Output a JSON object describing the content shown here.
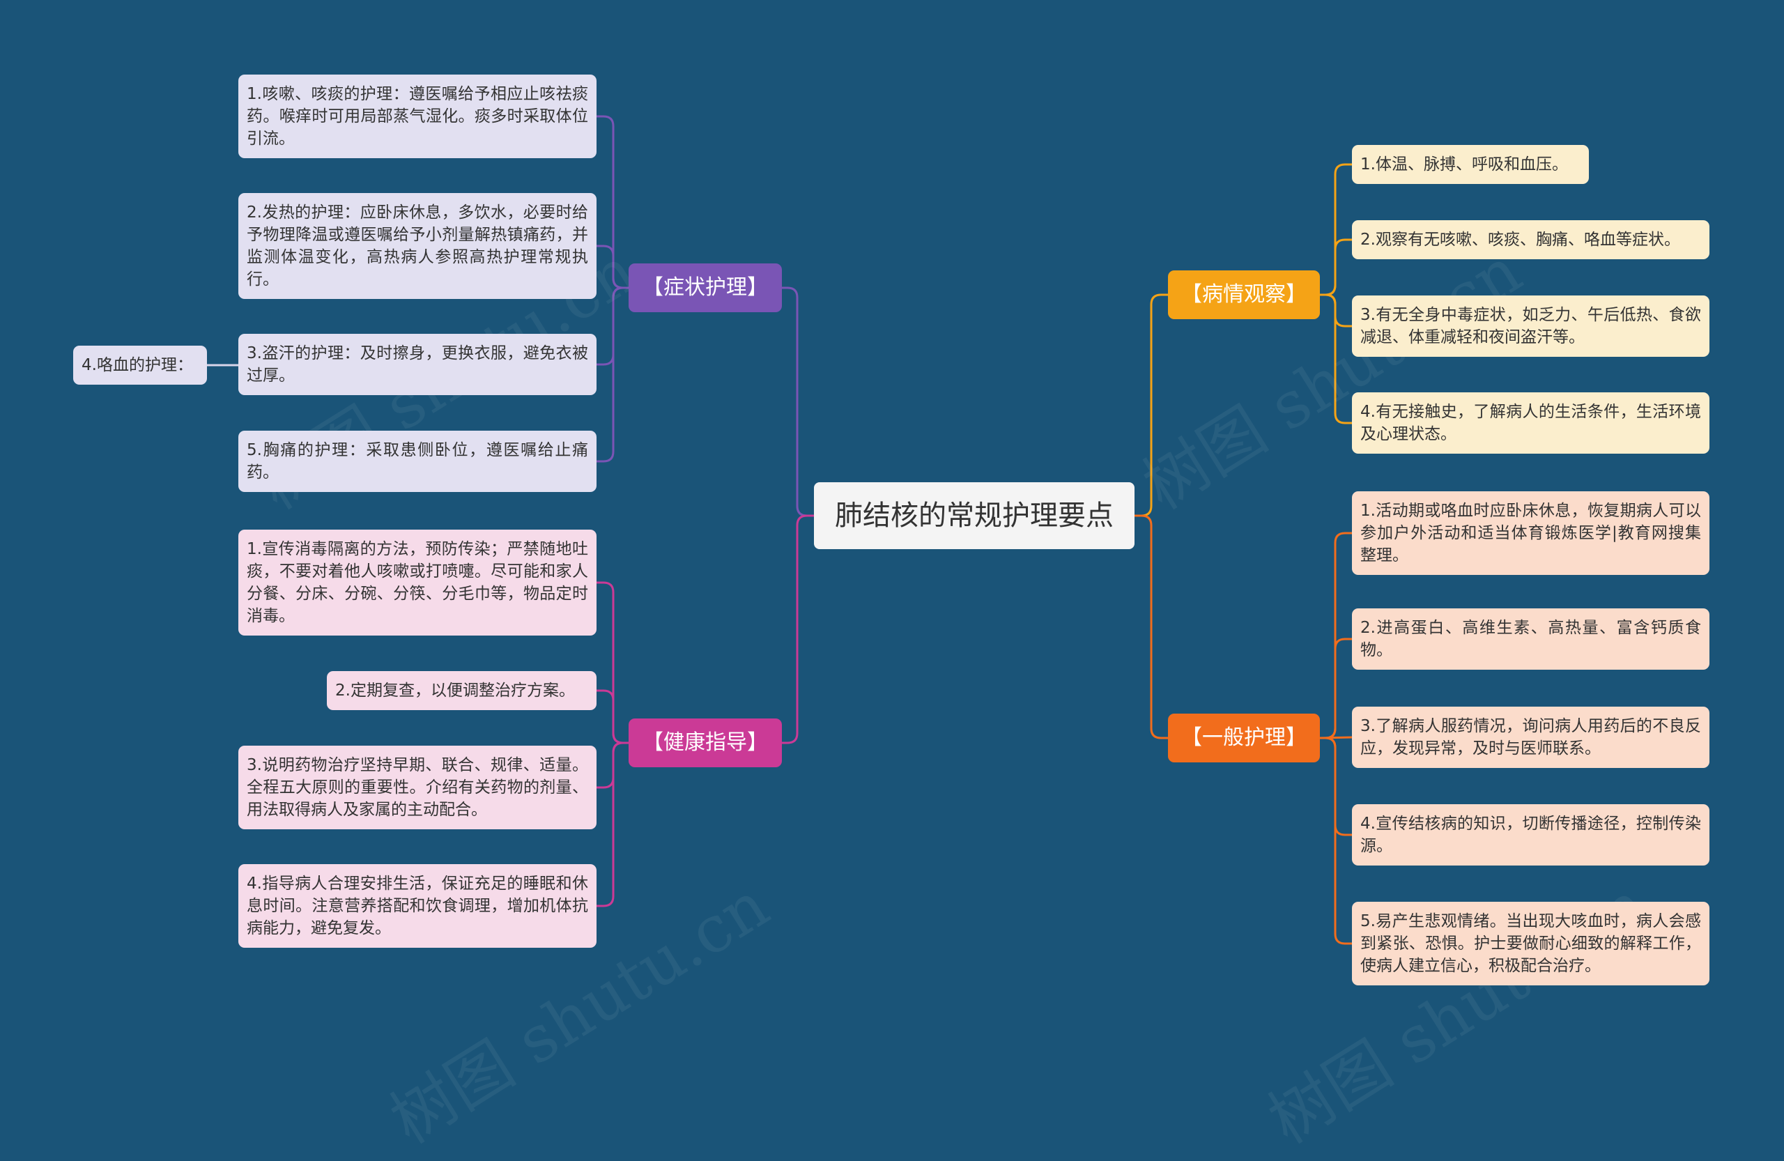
{
  "title": "肺结核的常规护理要点",
  "branches": {
    "symptom": {
      "label": "【症状护理】",
      "items": [
        "1.咳嗽、咳痰的护理：遵医嘱给予相应止咳祛痰药。喉痒时可用局部蒸气湿化。痰多时采取体位引流。",
        "2.发热的护理：应卧床休息，多饮水，必要时给予物理降温或遵医嘱给予小剂量解热镇痛药，并监测体温变化，高热病人参照高热护理常规执行。",
        "3.盗汗的护理：及时擦身，更换衣服，避免衣被过厚。",
        "5.胸痛的护理：采取患侧卧位，遵医嘱给止痛药。"
      ],
      "side_item": "4.咯血的护理："
    },
    "health": {
      "label": "【健康指导】",
      "items": [
        "1.宣传消毒隔离的方法，预防传染；严禁随地吐痰，不要对着他人咳嗽或打喷嚏。尽可能和家人分餐、分床、分碗、分筷、分毛巾等，物品定时消毒。",
        "2.定期复查，以便调整治疗方案。",
        "3.说明药物治疗坚持早期、联合、规律、适量。全程五大原则的重要性。介绍有关药物的剂量、用法取得病人及家属的主动配合。",
        "4.指导病人合理安排生活，保证充足的睡眠和休息时间。注意营养搭配和饮食调理，增加机体抗病能力，避免复发。"
      ]
    },
    "observe": {
      "label": "【病情观察】",
      "items": [
        "1.体温、脉搏、呼吸和血压。",
        "2.观察有无咳嗽、咳痰、胸痛、咯血等症状。",
        "3.有无全身中毒症状，如乏力、午后低热、食欲减退、体重减轻和夜间盗汗等。",
        "4.有无接触史，了解病人的生活条件，生活环境及心理状态。"
      ]
    },
    "general": {
      "label": "【一般护理】",
      "items": [
        "1.活动期或咯血时应卧床休息，恢复期病人可以参加户外活动和适当体育锻炼医学|教育网搜集整理。",
        "2.进高蛋白、高维生素、高热量、富含钙质食物。",
        "3.了解病人服药情况，询问病人用药后的不良反应，发现异常，及时与医师联系。",
        "4.宣传结核病的知识，切断传播途径，控制传染源。",
        "5.易产生悲观情绪。当出现大咳血时，病人会感到紧张、恐惧。护士要做耐心细致的解释工作，使病人建立信心，积极配合治疗。"
      ]
    }
  },
  "colors": {
    "background": "#1a5478",
    "symptom": "#7a55b5",
    "health": "#cb3a96",
    "observe": "#f5a316",
    "general": "#f26d1c"
  },
  "watermark": "树图 shutu.cn"
}
